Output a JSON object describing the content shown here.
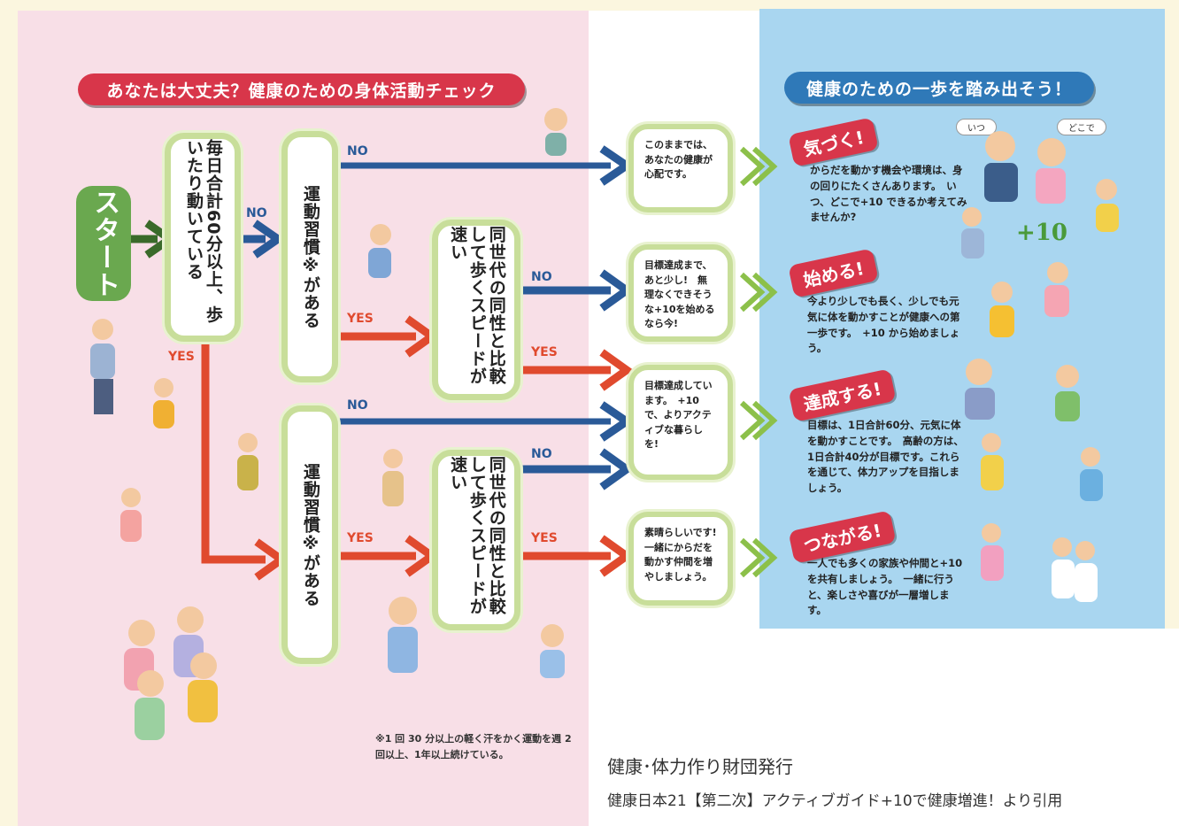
{
  "left_title": "あなたは大丈夫？健康のための身体活動チェック",
  "right_title": "健康のための一歩を踏み出そう！",
  "start": "スタート",
  "q1": "毎日合計60分以上、歩いたり動いている",
  "q_habit": "運動習慣※がある",
  "q_speed": "同世代の同性と比較して歩くスピードが速い",
  "labels": {
    "no": "NO",
    "yes": "YES"
  },
  "results": [
    "このままでは、あなたの健康が心配です。",
    "目標達成まで、あと少し!　無理なくできそうな+10を始めるなら今!",
    "目標達成しています。　+10で、よりアクティブな暮らしを!",
    "素晴らしいです!一緒にからだを動かす仲間を増やしましょう。"
  ],
  "steps": [
    {
      "tag": "気づく!",
      "text": "からだを動かす機会や環境は、身の回りにたくさんあります。　いつ、どこで+10 できるか考えてみませんか?"
    },
    {
      "tag": "始める!",
      "text": "今より少しでも長く、少しでも元気に体を動かすことが健康への第一歩です。　+10 から始めましょう。"
    },
    {
      "tag": "達成する!",
      "text": "目標は、1日合計60分、元気に体を動かすことです。　高齢の方は、1日合計40分が目標です。これらを通じて、体力アップを目指しましょう。"
    },
    {
      "tag": "つながる!",
      "text": "一人でも多くの家族や仲間と+10 を共有しましょう。　一緒に行うと、楽しさや喜びが一層増します。"
    }
  ],
  "bubbles": {
    "when": "いつ",
    "where": "どこで"
  },
  "plus10": "+10",
  "note": "※1 回 30 分以上の軽く汗をかく運動を週 2 回以上、1年以上続けている。",
  "footer": {
    "publisher": "健康･体力作り財団発行",
    "source": "健康日本21【第二次】アクティブガイド+10で健康増進！より引用"
  },
  "colors": {
    "no_arrow": "#2a5a98",
    "yes_arrow": "#e04a2e",
    "start_arrow": "#3a6a2a",
    "result_arrow": "#8cc04a"
  }
}
